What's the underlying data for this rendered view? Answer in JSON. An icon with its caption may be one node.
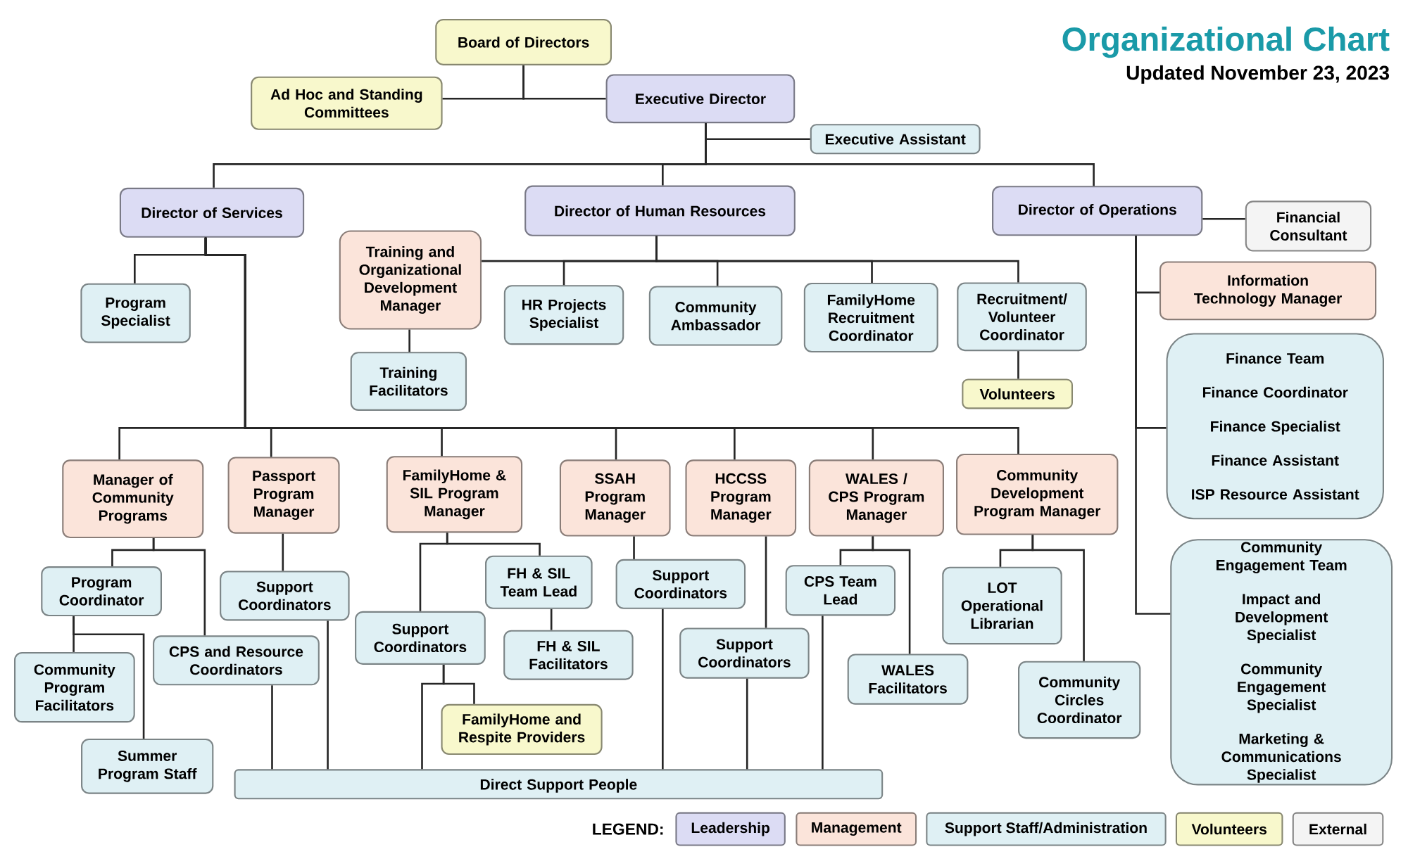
{
  "diagram": {
    "title": "Organizational Chart",
    "nodes": [
      {
        "text": [
          "Board of Directors"
        ]
      },
      {
        "text": [
          "Ad Hoc and Standing Committees"
        ]
      },
      {
        "text": [
          "Executive Director"
        ]
      },
      {
        "text": [
          "Executive Assistant"
        ]
      },
      {
        "text": [
          "Director of Services"
        ]
      },
      {
        "text": [
          "Director of Human Resources"
        ]
      },
      {
        "text": [
          "Director of Operations"
        ]
      },
      {
        "text": [
          "Financial Consultant"
        ]
      },
      {
        "text": [
          "Program Specialist"
        ]
      },
      {
        "text": [
          "Training and Organizational Development Manager"
        ]
      },
      {
        "text": [
          "HR Projects Specialist"
        ]
      },
      {
        "text": [
          "Community Ambassador"
        ]
      },
      {
        "text": [
          "FamilyHome Recruitment Coordinator"
        ]
      },
      {
        "text": [
          "Recruitment/ Volunteer Coordinator"
        ]
      },
      {
        "text": [
          "Information Technology Manager"
        ]
      },
      {
        "text": [
          "Training Facilitators"
        ]
      },
      {
        "text": [
          "Volunteers"
        ]
      },
      {
        "text": [
          "Finance Team",
          "Finance Coordinator",
          "Finance Specialist",
          "Finance Assistant",
          "ISP Resource Assistant"
        ]
      },
      {
        "text": [
          "Community Engagement Team",
          "Impact and Development Specialist",
          "Community Engagement Specialist",
          "Marketing & Communications Specialist"
        ]
      },
      {
        "text": [
          "Manager of Community Programs"
        ]
      },
      {
        "text": [
          "Passport Program Manager"
        ]
      },
      {
        "text": [
          "FamilyHome & SIL Program Manager"
        ]
      },
      {
        "text": [
          "SSAH Program Manager"
        ]
      },
      {
        "text": [
          "HCCSS Program Manager"
        ]
      },
      {
        "text": [
          "WALES / CPS Program Manager"
        ]
      },
      {
        "text": [
          "Community Development Program Manager"
        ]
      },
      {
        "text": [
          "Program Coordinator"
        ]
      },
      {
        "text": [
          "Support Coordinators"
        ]
      },
      {
        "text": [
          "FH & SIL Team Lead"
        ]
      },
      {
        "text": [
          "Support Coordinators"
        ]
      },
      {
        "text": [
          "CPS Team Lead"
        ]
      },
      {
        "text": [
          "LOT Operational Librarian"
        ]
      },
      {
        "text": [
          "Support Coordinators"
        ]
      },
      {
        "text": [
          "CPS and Resource Coordinators"
        ]
      },
      {
        "text": [
          "FH & SIL Facilitators"
        ]
      },
      {
        "text": [
          "Support Coordinators"
        ]
      },
      {
        "text": [
          "WALES Facilitators"
        ]
      },
      {
        "text": [
          "Community Program Facilitators"
        ]
      },
      {
        "text": [
          "Community Circles Coordinator"
        ]
      },
      {
        "text": [
          "FamilyHome and Respite Providers"
        ]
      },
      {
        "text": [
          "Summer Program Staff"
        ]
      },
      {
        "text": [
          "Direct Support People"
        ]
      }
    ],
    "edges": [
      {
        "from": 0,
        "to": 1,
        "arrow": "none"
      },
      {
        "from": 0,
        "to": 2,
        "arrow": "none"
      },
      {
        "from": 2,
        "to": 3,
        "arrow": "none"
      },
      {
        "from": 2,
        "to": 4,
        "arrow": "none"
      },
      {
        "from": 2,
        "to": 5,
        "arrow": "none"
      },
      {
        "from": 2,
        "to": 6,
        "arrow": "none"
      },
      {
        "from": 4,
        "to": 8,
        "arrow": "none"
      },
      {
        "from": 4,
        "to": 19,
        "arrow": "none"
      },
      {
        "from": 4,
        "to": 20,
        "arrow": "none"
      },
      {
        "from": 4,
        "to": 21,
        "arrow": "none"
      },
      {
        "from": 4,
        "to": 22,
        "arrow": "none"
      },
      {
        "from": 4,
        "to": 23,
        "arrow": "none"
      },
      {
        "from": 4,
        "to": 24,
        "arrow": "none"
      },
      {
        "from": 4,
        "to": 25,
        "arrow": "none"
      },
      {
        "from": 5,
        "to": 9,
        "arrow": "none"
      },
      {
        "from": 5,
        "to": 10,
        "arrow": "none"
      },
      {
        "from": 5,
        "to": 11,
        "arrow": "none"
      },
      {
        "from": 5,
        "to": 12,
        "arrow": "none"
      },
      {
        "from": 5,
        "to": 13,
        "arrow": "none"
      },
      {
        "from": 9,
        "to": 15,
        "arrow": "none"
      },
      {
        "from": 13,
        "to": 16,
        "arrow": "none"
      },
      {
        "from": 6,
        "to": 7,
        "arrow": "none"
      },
      {
        "from": 6,
        "to": 14,
        "arrow": "none"
      },
      {
        "from": 6,
        "to": 17,
        "arrow": "none"
      },
      {
        "from": 6,
        "to": 18,
        "arrow": "none"
      },
      {
        "from": 19,
        "to": 26,
        "arrow": "none"
      },
      {
        "from": 19,
        "to": 33,
        "arrow": "none"
      },
      {
        "from": 26,
        "to": 37,
        "arrow": "none"
      },
      {
        "from": 26,
        "to": 40,
        "arrow": "none"
      },
      {
        "from": 20,
        "to": 27,
        "arrow": "none"
      },
      {
        "from": 21,
        "to": 28,
        "arrow": "none"
      },
      {
        "from": 21,
        "to": 32,
        "arrow": "none"
      },
      {
        "from": 28,
        "to": 34,
        "arrow": "none"
      },
      {
        "from": 32,
        "to": 39,
        "arrow": "none"
      },
      {
        "from": 22,
        "to": 29,
        "arrow": "none"
      },
      {
        "from": 23,
        "to": 35,
        "arrow": "none"
      },
      {
        "from": 24,
        "to": 30,
        "arrow": "none"
      },
      {
        "from": 24,
        "to": 36,
        "arrow": "none"
      },
      {
        "from": 25,
        "to": 31,
        "arrow": "none"
      },
      {
        "from": 25,
        "to": 38,
        "arrow": "none"
      },
      {
        "from": 33,
        "to": 41,
        "arrow": "none"
      },
      {
        "from": 27,
        "to": 41,
        "arrow": "none"
      },
      {
        "from": 32,
        "to": 41,
        "arrow": "none"
      },
      {
        "from": 29,
        "to": 41,
        "arrow": "none"
      },
      {
        "from": 35,
        "to": 41,
        "arrow": "none"
      },
      {
        "from": 30,
        "to": 41,
        "arrow": "none"
      }
    ],
    "labels": [
      "Updated November 23, 2023",
      "LEGEND:"
    ],
    "legend": [
      {
        "text": "Leadership",
        "color": "#dcdcf4"
      },
      {
        "text": "Management",
        "color": "#fbe4da"
      },
      {
        "text": "Support Staff/Administration",
        "color": "#dff0f4"
      },
      {
        "text": "Volunteers",
        "color": "#f8f8cc"
      },
      {
        "text": "External",
        "color": "#f4f4f4"
      }
    ]
  }
}
